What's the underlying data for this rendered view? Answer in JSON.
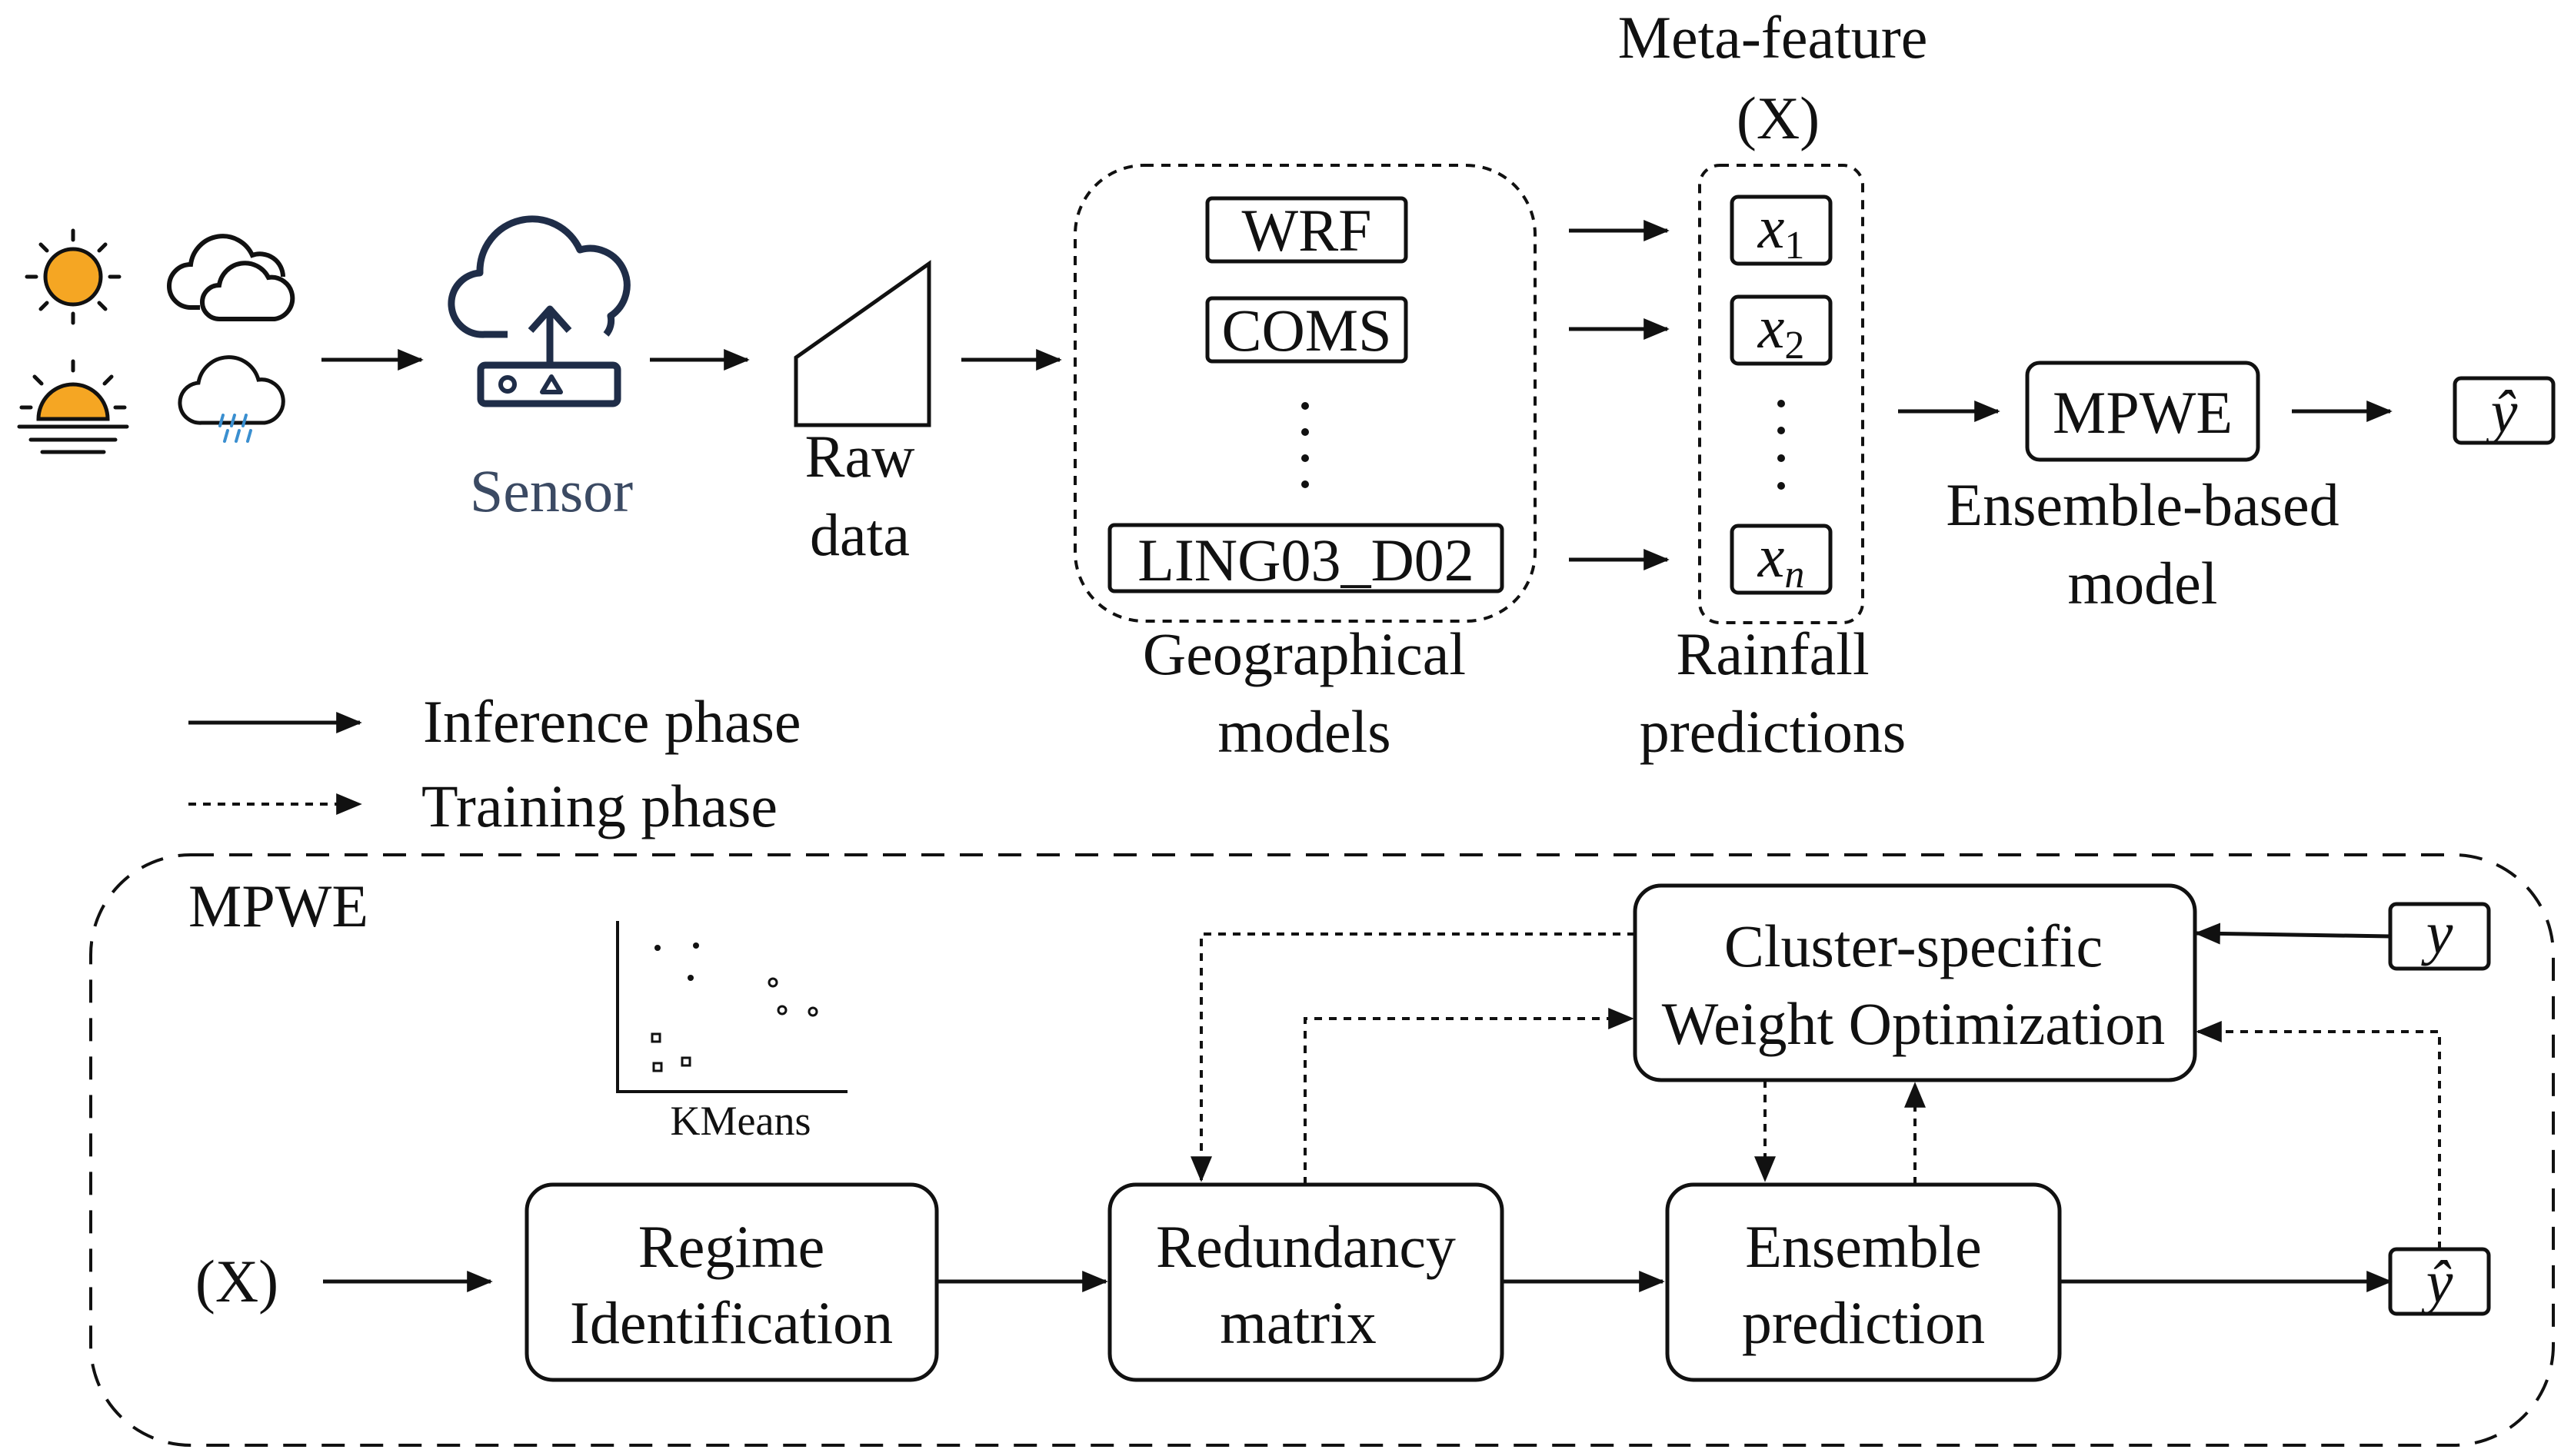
{
  "inputs": {
    "icons": [
      "sun-icon",
      "cloud-icon",
      "sunrise-icon",
      "rain-cloud-icon"
    ]
  },
  "sensor": {
    "label": "Sensor",
    "icon": "cloud-upload-sensor-icon",
    "color": "#3b4a63"
  },
  "raw_data": {
    "line1": "Raw",
    "line2": "data",
    "icon": "document-icon"
  },
  "geo_models": {
    "items": [
      "WRF",
      "COMS",
      "LING03_D02"
    ],
    "ellipsis": "⋮",
    "caption_line1": "Geographical",
    "caption_line2": "models"
  },
  "meta_feature": {
    "title_line1": "Meta-feature",
    "title_line2": "(X)",
    "items": [
      "x1",
      "x2",
      "xn"
    ],
    "ellipsis": "⋮",
    "caption_line1": "Rainfall",
    "caption_line2": "predictions"
  },
  "ensemble_model": {
    "label": "MPWE",
    "caption_line1": "Ensemble-based",
    "caption_line2": "model"
  },
  "output": {
    "label": "ŷ"
  },
  "legend": {
    "inference": "Inference phase",
    "training": "Training phase"
  },
  "mpwe_detail": {
    "title": "MPWE",
    "input_label": "(X)",
    "kmeans_label": "KMeans",
    "regime": {
      "line1": "Regime",
      "line2": "Identification"
    },
    "redundancy": {
      "line1": "Redundancy",
      "line2": "matrix"
    },
    "cluster_opt": {
      "line1": "Cluster-specific",
      "line2": "Weight Optimization"
    },
    "ensemble_pred": {
      "line1": "Ensemble",
      "line2": "prediction"
    },
    "y_label": "y",
    "yhat_label": "ŷ"
  }
}
